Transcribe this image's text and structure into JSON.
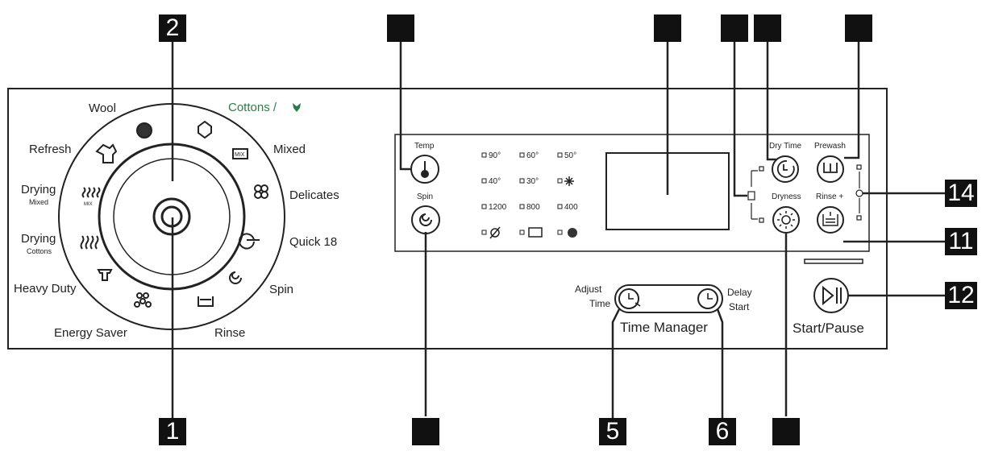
{
  "callouts": {
    "c1": "1",
    "c2": "2",
    "c3": "",
    "c4": "",
    "c5": "5",
    "c6": "6",
    "c7": "",
    "c8": "",
    "c9": "",
    "c10": "",
    "c11": "11",
    "c12": "12",
    "c13": "",
    "c14": "14"
  },
  "programs": {
    "wool": "Wool",
    "cottons": "Cottons /",
    "mixed": "Mixed",
    "delicates": "Delicates",
    "quick18": "Quick 18",
    "spin": "Spin",
    "rinse": "Rinse",
    "energy_saver": "Energy Saver",
    "heavy_duty": "Heavy Duty",
    "drying_cottons": "Drying",
    "drying_cottons_sub": "Cottons",
    "drying_mixed": "Drying",
    "drying_mixed_sub": "Mixed",
    "refresh": "Refresh",
    "mix_icon_text": "MIX"
  },
  "buttons": {
    "temp": "Temp",
    "spin": "Spin",
    "dry_time": "Dry Time",
    "prewash": "Prewash",
    "dryness": "Dryness",
    "rinse_plus": "Rinse +",
    "adjust_time_1": "Adjust",
    "adjust_time_2": "Time",
    "delay_start_1": "Delay",
    "delay_start_2": "Start",
    "time_manager": "Time Manager",
    "start_pause": "Start/Pause"
  },
  "indicators": {
    "t90": "90°",
    "t60": "60°",
    "t50": "50°",
    "t40": "40°",
    "t30": "30°",
    "s1200": "1200",
    "s800": "800",
    "s400": "400"
  }
}
